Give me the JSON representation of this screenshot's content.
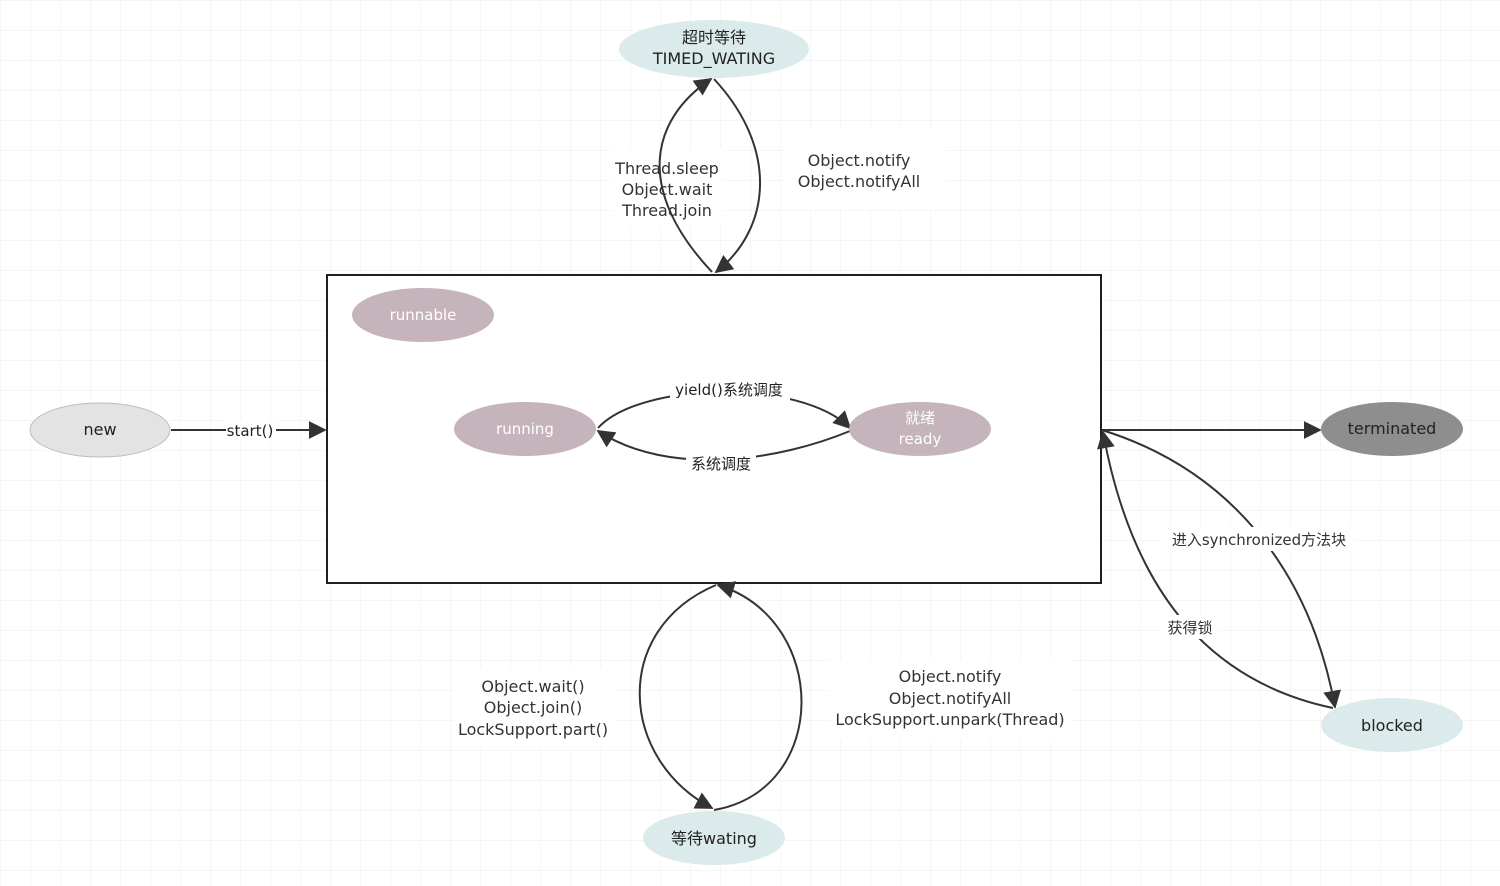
{
  "nodes": {
    "timed_waiting": {
      "line1": "超时等待",
      "line2": "TIMED_WATING",
      "fill": "#dbeaea"
    },
    "new": {
      "label": "new",
      "fill": "#e3e3e3"
    },
    "runnable": {
      "label": "runnable",
      "fill": "#c5b4bb"
    },
    "running": {
      "label": "running",
      "fill": "#c5b4bb"
    },
    "ready": {
      "line1": "就绪",
      "line2": "ready",
      "fill": "#c5b4bb"
    },
    "terminated": {
      "label": "terminated",
      "fill": "#8e8e8e"
    },
    "blocked": {
      "label": "blocked",
      "fill": "#dbeaea"
    },
    "waiting": {
      "label": "等待wating",
      "fill": "#dbeaea"
    }
  },
  "edges": {
    "start": "start()",
    "yield": "yield()系统调度",
    "schedule": "系统调度",
    "to_timed": [
      "Thread.sleep",
      "Object.wait",
      "Thread.join"
    ],
    "from_timed": [
      "Object.notify",
      "Object.notifyAll"
    ],
    "to_waiting": [
      "Object.wait()",
      "Object.join()",
      "LockSupport.part()"
    ],
    "from_waiting": [
      "Object.notify",
      "Object.notifyAll",
      "LockSupport.unpark(Thread)"
    ],
    "to_blocked": "进入synchronized方法块",
    "from_blocked": "获得锁"
  },
  "colors": {
    "edge": "#333333",
    "grid": "#ececec",
    "box_stroke": "#1f1f1f"
  }
}
